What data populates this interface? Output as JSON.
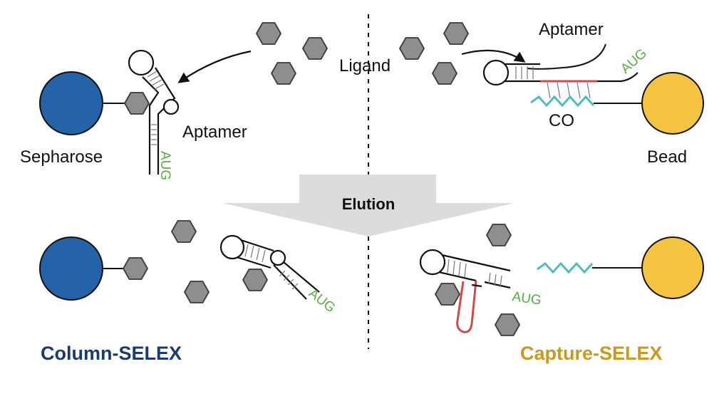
{
  "labels": {
    "ligand": "Ligand",
    "aptamer_left": "Aptamer",
    "aptamer_right": "Aptamer",
    "sepharose": "Sepharose",
    "bead": "Bead",
    "co": "CO",
    "elution": "Elution",
    "aug": "AUG",
    "column_selex": "Column-SELEX",
    "capture_selex": "Capture-SELEX"
  },
  "colors": {
    "sepharose": "#2563a8",
    "bead": "#f5c542",
    "ligand": "#8e8e8e",
    "aug_green": "#5aac45",
    "capture_oligo": "#4fbcc0",
    "aptamer_red": "#cf4a4a",
    "column_title": "#1b3a73",
    "capture_title": "#c99a1e",
    "elution_arrow": "#d9d9d9"
  }
}
